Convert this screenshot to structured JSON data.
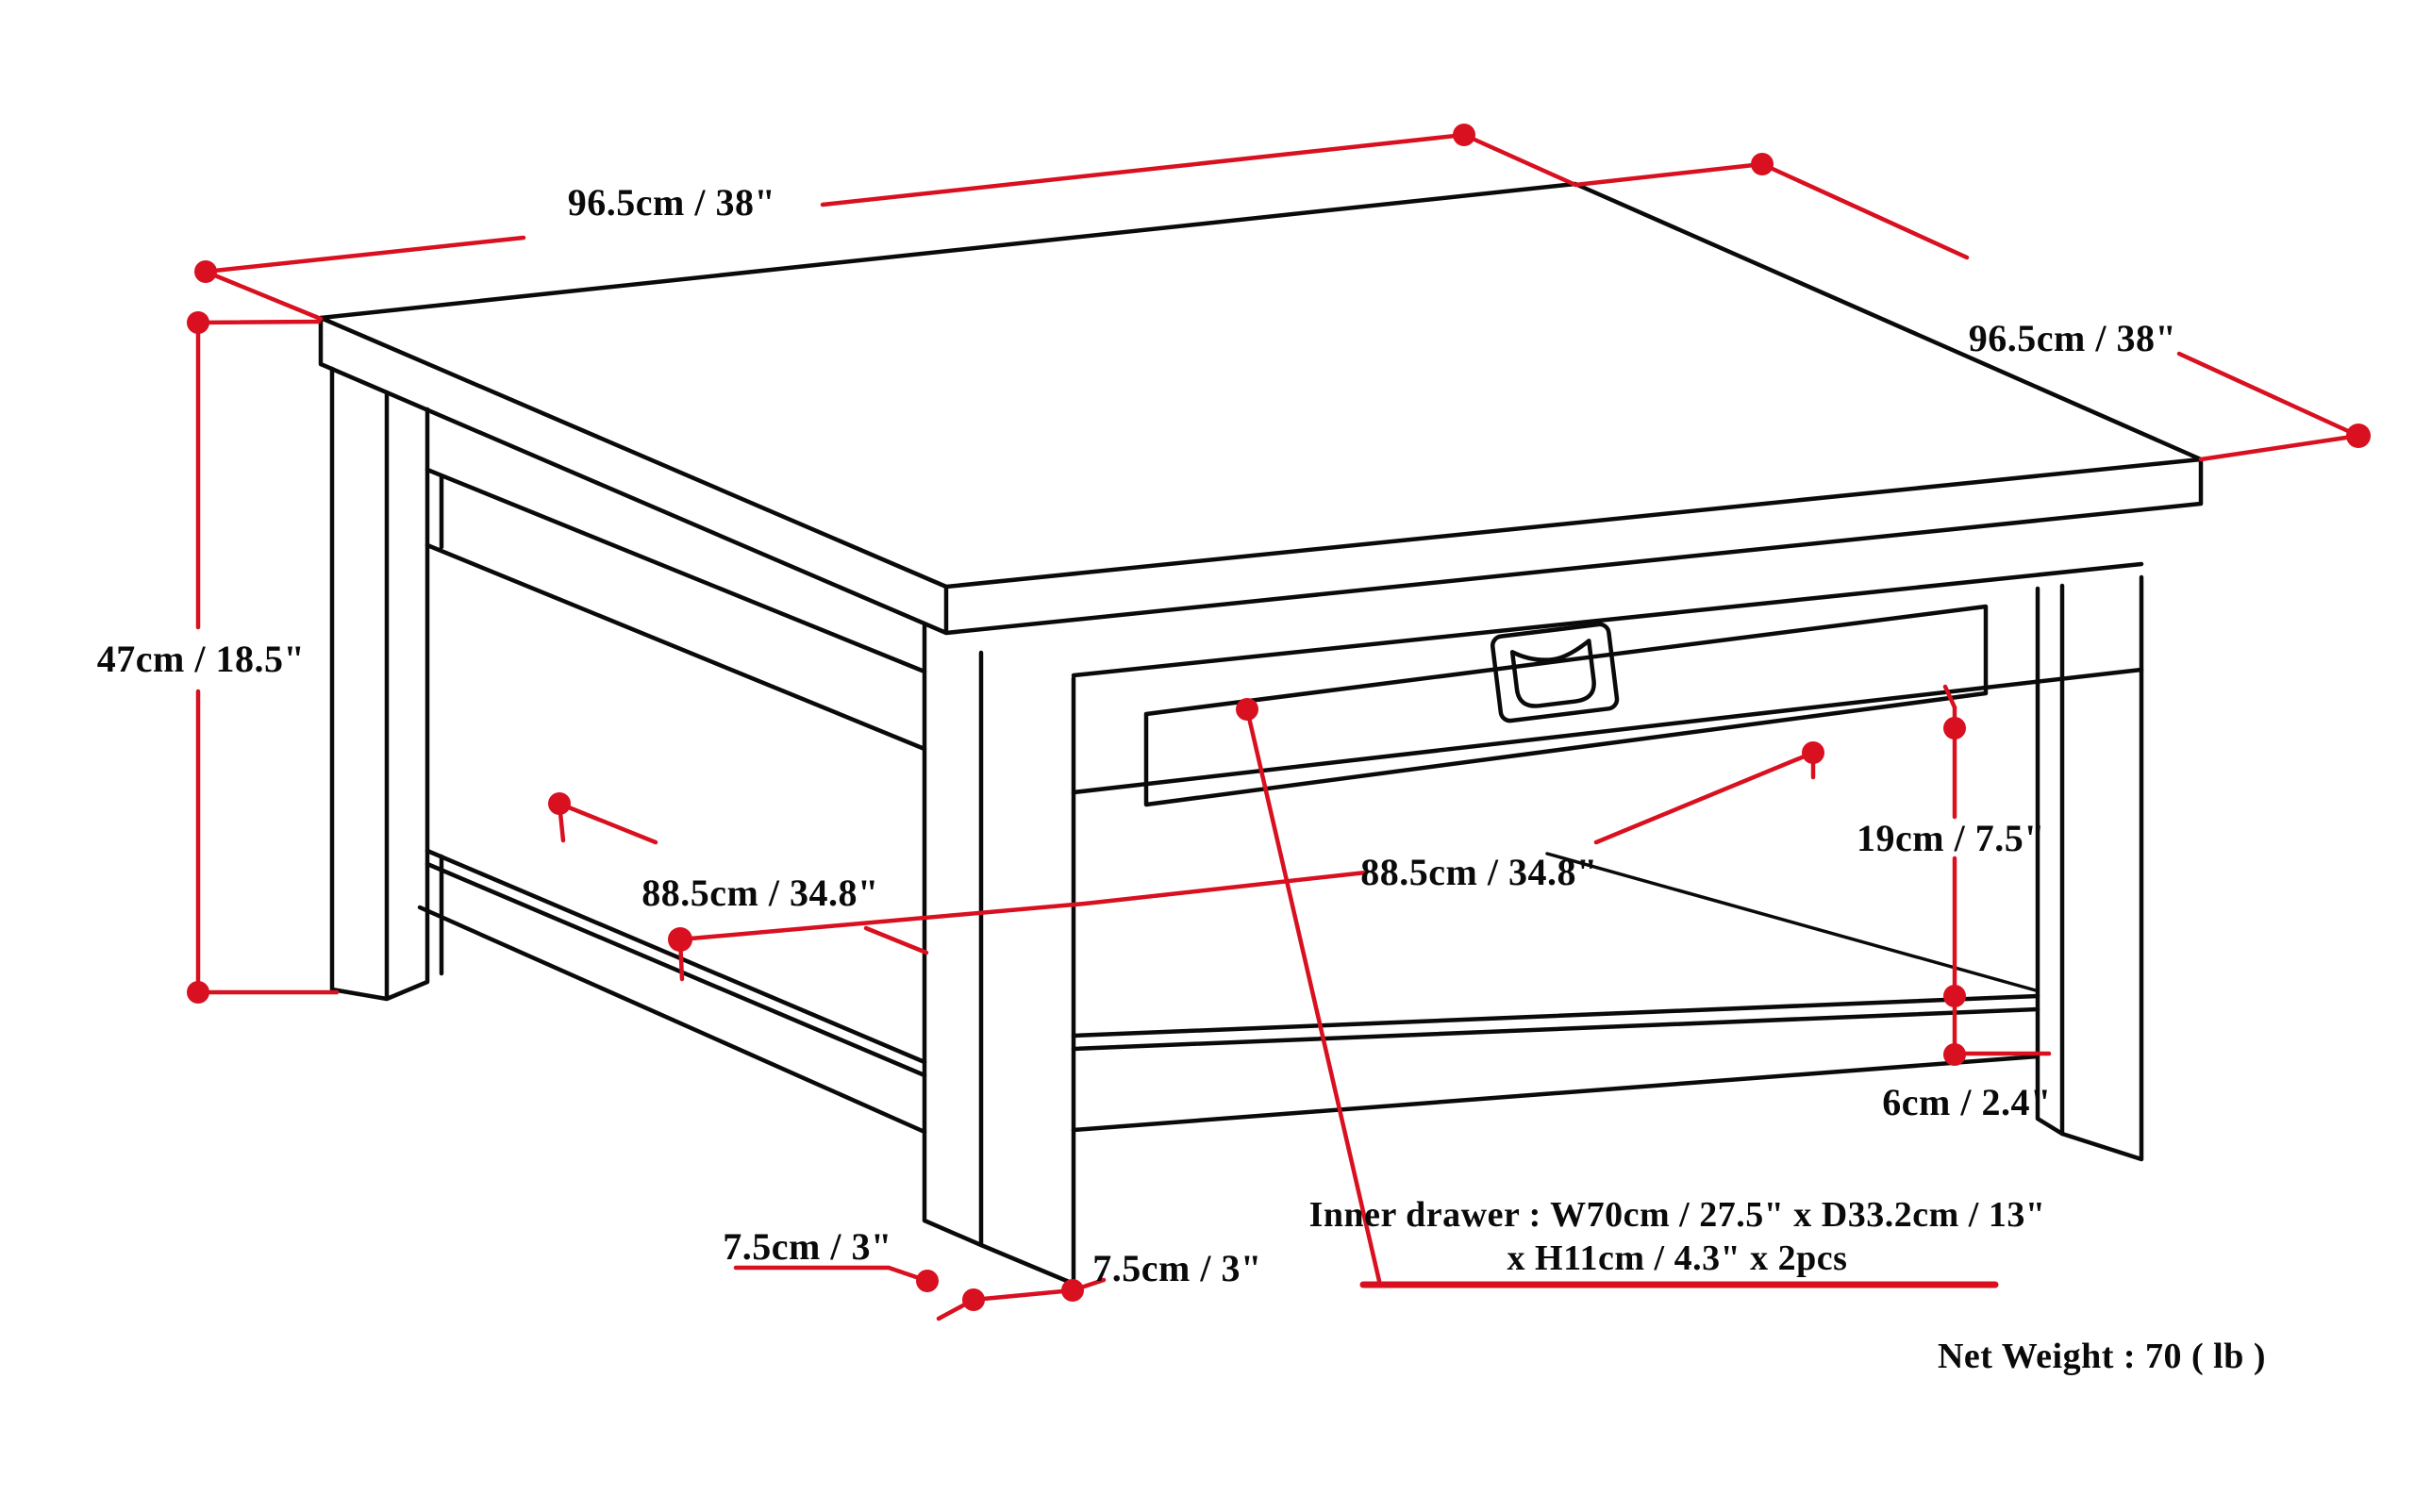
{
  "page": {
    "background": "#ffffff",
    "kind": "furniture dimension diagram",
    "subject": "square coffee table with storage drawer and lower shelf"
  },
  "colors": {
    "dimension_red": "#d8101f",
    "drawing_black": "#0a0a0a"
  },
  "labels": {
    "top_width": "96.5cm / 38\"",
    "top_depth": "96.5cm / 38\"",
    "overall_height": "47cm / 18.5\"",
    "shelf_span_left": "88.5cm / 34.8\"",
    "shelf_span_right": "88.5cm / 34.8\"",
    "shelf_clearance": "19cm / 7.5\"",
    "shelf_thickness": "6cm / 2.4\"",
    "leg_width_left": "7.5cm / 3\"",
    "leg_width_right": "7.5cm / 3\"",
    "inner_drawer_line1": "Inner drawer : W70cm / 27.5\" x D33.2cm / 13\"",
    "inner_drawer_line2": "x H11cm / 4.3\" x 2pcs",
    "net_weight": "Net Weight : 70 ( lb )"
  }
}
